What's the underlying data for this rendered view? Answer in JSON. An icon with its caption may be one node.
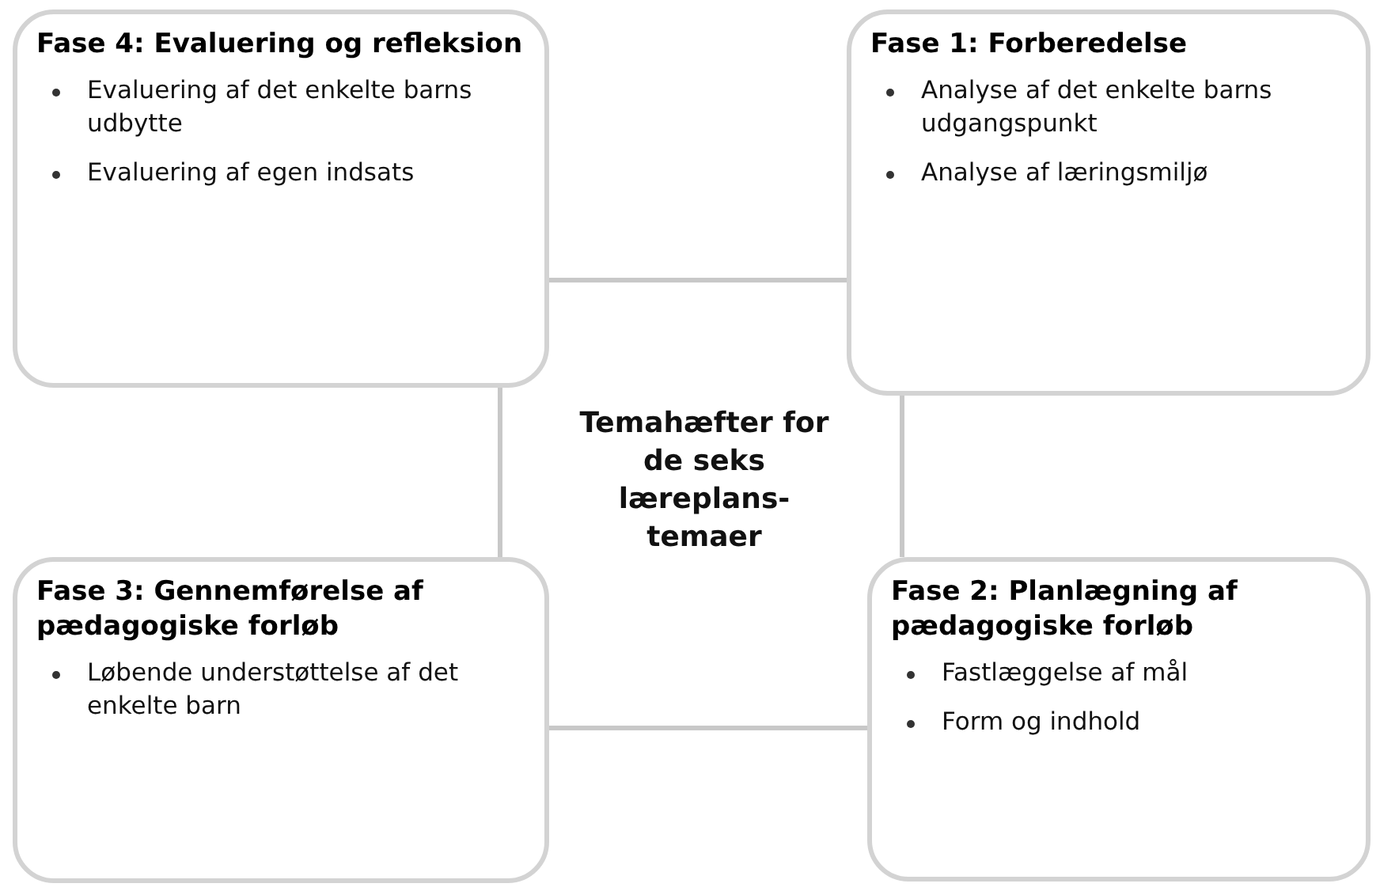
{
  "diagram": {
    "nodes": [
      {
        "text": [
          "Fase 4: Evaluering og refleksion",
          "Evaluering af det enkelte barns udbytte",
          "Evaluering af egen indsats"
        ]
      },
      {
        "text": [
          "Fase 1: Forberedelse",
          "Analyse af det enkelte barns udgangspunkt",
          "Analyse af læringsmiljø"
        ]
      },
      {
        "text": [
          "Fase 3: Gennemførelse af pædagogiske forløb",
          "Løbende understøttelse af det enkelte barn"
        ]
      },
      {
        "text": [
          "Fase 2: Planlægning af pædagogiske forløb",
          "Fastlæggelse af mål",
          "Form og indhold"
        ]
      }
    ],
    "edges": [
      {
        "from": 0,
        "to": 1,
        "arrow": "none"
      },
      {
        "from": 0,
        "to": 2,
        "arrow": "none"
      },
      {
        "from": 1,
        "to": 3,
        "arrow": "none"
      },
      {
        "from": 2,
        "to": 3,
        "arrow": "none"
      }
    ],
    "labels": [
      "Temahæfter for de seks læreplans- temaer"
    ]
  }
}
